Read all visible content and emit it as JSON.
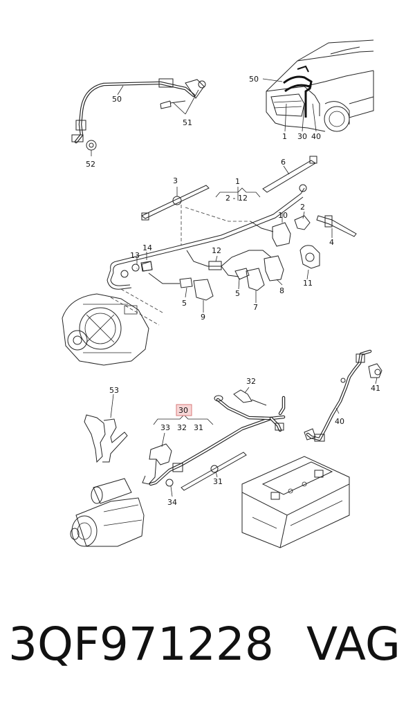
{
  "callouts": {
    "c50a": "50",
    "c51": "51",
    "c52": "52",
    "c50b": "50",
    "c1a": "1",
    "c30a": "30",
    "c40a": "40",
    "c6": "6",
    "c3": "3",
    "c1b": "1",
    "c2_12": "2 - 12",
    "c10": "10",
    "c2": "2",
    "c4": "4",
    "c13": "13",
    "c14": "14",
    "c12": "12",
    "c11": "11",
    "c8": "8",
    "c5a": "5",
    "c9": "9",
    "c5b": "5",
    "c7": "7",
    "c53": "53",
    "c32a": "32",
    "c41": "41",
    "c30b": "30",
    "c33": "33",
    "c32b": "32",
    "c31a": "31",
    "c40b": "40",
    "c31b": "31",
    "c34": "34"
  },
  "highlight": {
    "callout": "30",
    "color": "#f7d6d6"
  },
  "footer": {
    "part_number": "3QF971228",
    "brand": "VAG"
  }
}
